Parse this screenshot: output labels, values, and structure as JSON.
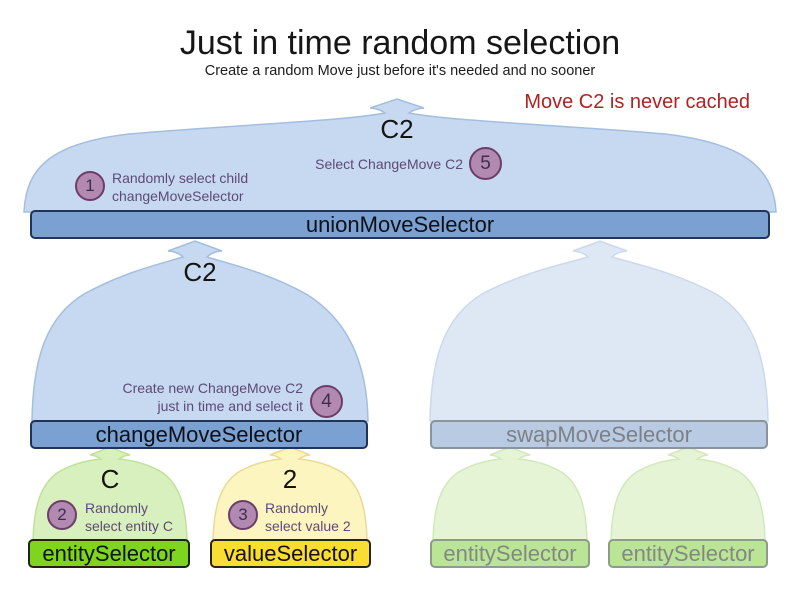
{
  "header": {
    "title": "Just in time random selection",
    "subtitle": "Create a random Move just before it's needed and no sooner",
    "warning": "Move C2 is never cached"
  },
  "cache_labels": {
    "union_move": "C2",
    "change_move": "C2",
    "entity": "C",
    "value": "2"
  },
  "selectors": {
    "union": "unionMoveSelector",
    "change": "changeMoveSelector",
    "swap": "swapMoveSelector",
    "entity": "entitySelector",
    "value": "valueSelector",
    "entity_faded_left": "entitySelector",
    "entity_faded_right": "entitySelector"
  },
  "steps": {
    "s1": {
      "num": "1",
      "line1": "Randomly select child",
      "line2": "changeMoveSelector"
    },
    "s2": {
      "num": "2",
      "line1": "Randomly",
      "line2": "select entity C"
    },
    "s3": {
      "num": "3",
      "line1": "Randomly",
      "line2": "select value 2"
    },
    "s4": {
      "num": "4",
      "line1": "Create new ChangeMove C2",
      "line2": "just in time and select it"
    },
    "s5": {
      "num": "5",
      "line1": "Select ChangeMove C2"
    }
  },
  "colors": {
    "warning_text": "#b22222",
    "active_mound_blue": "#c7d9f0",
    "faded_mound_blue": "#dee8f5",
    "active_bar_blue": "#7ba1d2",
    "faded_bar_blue": "#b9cbe2",
    "entity_bar_green": "#7fd41f",
    "value_bar_yellow": "#fadd33",
    "faded_bar_green": "#bae596",
    "mound_green": "#d8f0bd",
    "mound_yellow": "#fcf5c0",
    "step_circle_fill": "#b289b0",
    "step_circle_border": "#6d3d6a",
    "note_text": "#5d4a76"
  }
}
